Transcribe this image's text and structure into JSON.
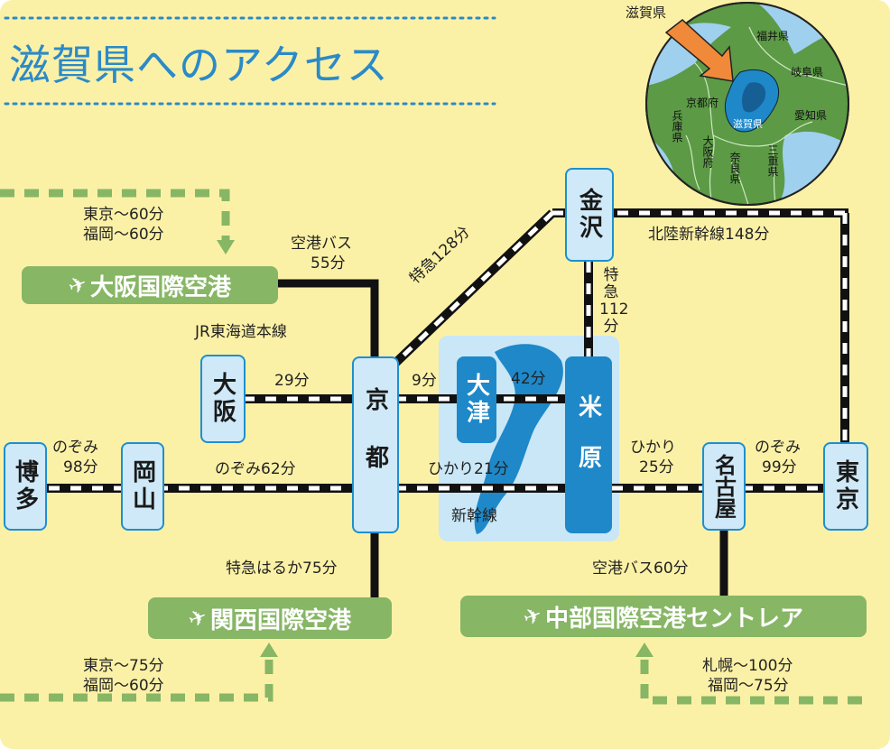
{
  "title": "滋賀県へのアクセス",
  "locator": {
    "pointer_label": "滋賀県",
    "prefectures": {
      "fukui": "福井県",
      "gifu": "岐阜県",
      "kyoto": "京都府",
      "shiga": "滋賀県",
      "aichi": "愛知県",
      "hyogo": "兵庫県",
      "osaka": "大阪府",
      "nara": "奈良県",
      "mie": "三重県"
    }
  },
  "stations": {
    "kanazawa": "金沢",
    "osaka": "大阪",
    "kyoto": "京都",
    "otsu": "大津",
    "maibara": "米原",
    "hakata": "博多",
    "okayama": "岡山",
    "nagoya": "名古屋",
    "tokyo": "東京"
  },
  "airports": {
    "itami": "大阪国際空港",
    "kansai": "関西国際空港",
    "chubu": "中部国際空港セントレア"
  },
  "routes": {
    "airport_bus_itami_label": "空港バス",
    "airport_bus_itami_time": "55分",
    "jr_tokaido_label": "JR東海道本線",
    "osaka_kyoto_time": "29分",
    "kyoto_otsu_time": "9分",
    "otsu_maibara_time": "42分",
    "limited_express_kanazawa": "特急128分",
    "hokuriku_shinkansen": "北陸新幹線148分",
    "limited_express_maibara": "特急112分",
    "nozomi_hakata_label": "のぞみ",
    "nozomi_hakata_time": "98分",
    "nozomi_okayama": "のぞみ62分",
    "hikari_kyoto_maibara": "ひかり21分",
    "shinkansen_label": "新幹線",
    "hikari_maibara_label": "ひかり",
    "hikari_maibara_time": "25分",
    "nozomi_tokyo_label": "のぞみ",
    "nozomi_tokyo_time": "99分",
    "haruka": "特急はるか75分",
    "airport_bus_chubu": "空港バス60分"
  },
  "flights": {
    "itami_line1": "東京〜60分",
    "itami_line2": "福岡〜60分",
    "kansai_line1": "東京〜75分",
    "kansai_line2": "福岡〜60分",
    "chubu_line1": "札幌〜100分",
    "chubu_line2": "福岡〜75分"
  },
  "colors": {
    "background": "#fbf1a6",
    "accent_blue": "#1e88c9",
    "airport_green": "#87b665",
    "lake_blue": "#1e88c9"
  }
}
